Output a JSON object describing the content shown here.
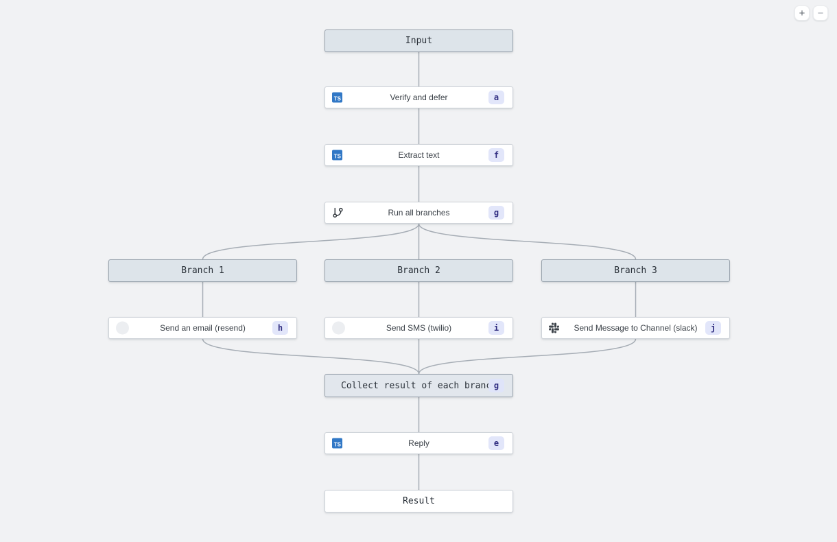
{
  "canvas": {
    "background_color": "#f1f2f4",
    "edge_color": "#a6adb5"
  },
  "controls": {
    "zoom_in_label": "+",
    "zoom_out_label": "−"
  },
  "icons": {
    "typescript_label": "TS",
    "run_branches_icon": "git-branch-icon",
    "slack_icon": "slack-icon",
    "resend_icon": "resend-icon",
    "twilio_icon": "twilio-icon"
  },
  "colors": {
    "header_node_fill": "#dde4ea",
    "header_node_border": "#99a3ad",
    "task_node_fill": "#ffffff",
    "task_node_border": "#ced3d9",
    "badge_background": "#e2e6fa",
    "badge_text": "#312e81",
    "typescript_icon_background": "#3178c6"
  },
  "nodes": [
    {
      "id": "input",
      "type": "header",
      "label": "Input"
    },
    {
      "id": "verify",
      "type": "task",
      "icon": "typescript-icon",
      "label": "Verify and defer",
      "badge": "a"
    },
    {
      "id": "extract",
      "type": "task",
      "icon": "typescript-icon",
      "label": "Extract text",
      "badge": "f"
    },
    {
      "id": "run-branches",
      "type": "task",
      "icon": "git-branch-icon",
      "label": "Run all branches",
      "badge": "g"
    },
    {
      "id": "branch-1",
      "type": "header",
      "label": "Branch 1"
    },
    {
      "id": "branch-2",
      "type": "header",
      "label": "Branch 2"
    },
    {
      "id": "branch-3",
      "type": "header",
      "label": "Branch 3"
    },
    {
      "id": "send-email",
      "type": "task",
      "icon": "resend-icon",
      "label": "Send an email (resend)",
      "badge": "h"
    },
    {
      "id": "send-sms",
      "type": "task",
      "icon": "twilio-icon",
      "label": "Send SMS (twilio)",
      "badge": "i"
    },
    {
      "id": "send-slack",
      "type": "task",
      "icon": "slack-icon",
      "label": "Send Message to Channel (slack)",
      "badge": "j"
    },
    {
      "id": "collect",
      "type": "collect",
      "label": "Collect result of each branch",
      "badge": "g"
    },
    {
      "id": "reply",
      "type": "task",
      "icon": "typescript-icon",
      "label": "Reply",
      "badge": "e"
    },
    {
      "id": "result",
      "type": "result",
      "label": "Result"
    }
  ]
}
